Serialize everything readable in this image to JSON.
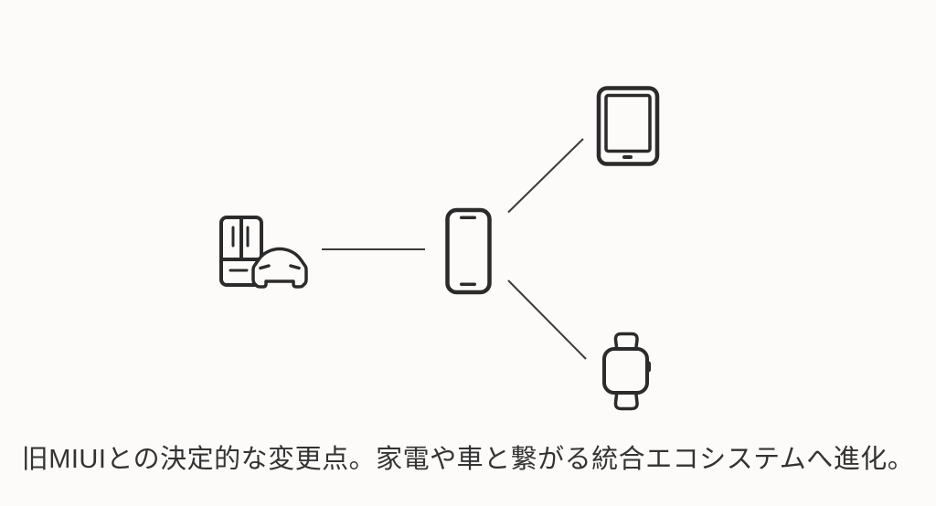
{
  "colors": {
    "background": "#fcfbf9",
    "icon_stroke": "#2b2b2b",
    "connector": "#3b3b3b",
    "caption_text": "#333333"
  },
  "caption": {
    "text": "旧MIUIとの決定的な変更点。家電や車と繋がる統合エコシステムへ進化。"
  },
  "diagram": {
    "nodes": [
      {
        "id": "appliances-and-car",
        "icons": [
          "refrigerator-icon",
          "car-icon"
        ]
      },
      {
        "id": "smartphone",
        "icons": [
          "smartphone-icon"
        ]
      },
      {
        "id": "tablet",
        "icons": [
          "tablet-icon"
        ]
      },
      {
        "id": "smartwatch",
        "icons": [
          "smartwatch-icon"
        ]
      }
    ],
    "connections": [
      {
        "from": "appliances-and-car",
        "to": "smartphone"
      },
      {
        "from": "smartphone",
        "to": "tablet"
      },
      {
        "from": "smartphone",
        "to": "smartwatch"
      }
    ]
  }
}
